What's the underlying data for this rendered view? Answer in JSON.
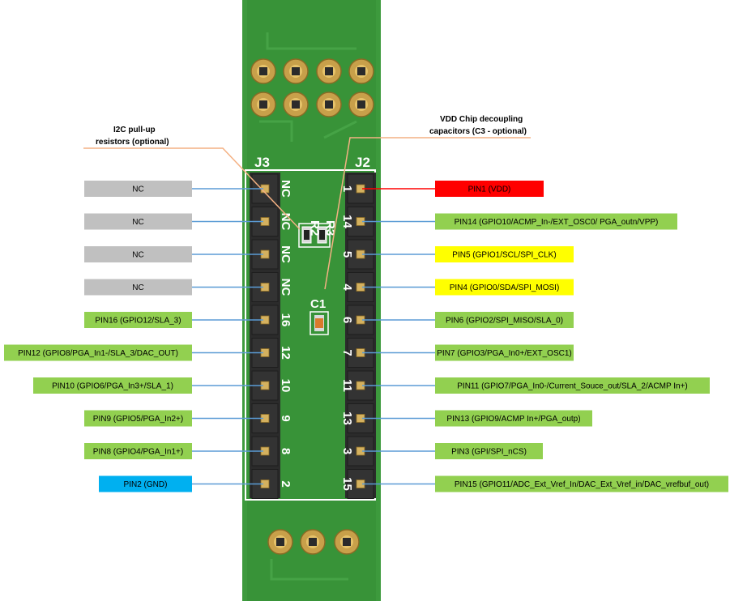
{
  "board": {
    "colors": {
      "pcb": "#3d9a3d",
      "pcb_dark": "#2f7f2f",
      "header": "#2b2b2b",
      "pad": "#c8a04a",
      "silk": "#ffffff",
      "leader": "#5b9bd5",
      "annotation_line": "#f4b183"
    },
    "headers": {
      "left_title": "J3",
      "right_title": "J2"
    },
    "components": {
      "r2": "R2",
      "r3": "R3",
      "c1": "C1"
    },
    "silk_left": [
      "NC",
      "NC",
      "NC",
      "NC",
      "16",
      "12",
      "10",
      "9",
      "8",
      "2"
    ],
    "silk_right": [
      "1",
      "14",
      "5",
      "4",
      "6",
      "7",
      "11",
      "13",
      "3",
      "15"
    ]
  },
  "annotations": {
    "i2c": "I2C pull-up resistors (optional)",
    "i2c_line1": "I2C pull-up",
    "i2c_line2": "resistors (optional)",
    "vdd": "VDD Chip decoupling capacitors (C3 - optional)",
    "vdd_line1": "VDD Chip decoupling",
    "vdd_line2": "capacitors (C3 - optional)"
  },
  "left_labels": [
    {
      "text": "NC",
      "color": "#c0c0c0"
    },
    {
      "text": "NC",
      "color": "#c0c0c0"
    },
    {
      "text": "NC",
      "color": "#c0c0c0"
    },
    {
      "text": "NC",
      "color": "#c0c0c0"
    },
    {
      "text": "PIN16 (GPIO12/SLA_3)",
      "color": "#92d050"
    },
    {
      "text": "PIN12 (GPIO8/PGA_In1-/SLA_3/DAC_OUT)",
      "color": "#92d050"
    },
    {
      "text": "PIN10 (GPIO6/PGA_In3+/SLA_1)",
      "color": "#92d050"
    },
    {
      "text": "PIN9 (GPIO5/PGA_In2+)",
      "color": "#92d050"
    },
    {
      "text": "PIN8 (GPIO4/PGA_In1+)",
      "color": "#92d050"
    },
    {
      "text": "PIN2 (GND)",
      "color": "#00b0f0"
    }
  ],
  "right_labels": [
    {
      "text": "PIN1 (VDD)",
      "color": "#ff0000"
    },
    {
      "text": "PIN14 (GPIO10/ACMP_In-/EXT_OSC0/ PGA_outn/VPP)",
      "color": "#92d050"
    },
    {
      "text": "PIN5 (GPIO1/SCL/SPI_CLK)",
      "color": "#ffff00"
    },
    {
      "text": "PIN4 (GPIO0/SDA/SPI_MOSI)",
      "color": "#ffff00"
    },
    {
      "text": "PIN6 (GPIO2/SPI_MISO/SLA_0)",
      "color": "#92d050"
    },
    {
      "text": "PIN7 (GPIO3/PGA_In0+/EXT_OSC1)",
      "color": "#92d050"
    },
    {
      "text": "PIN11 (GPIO7/PGA_In0-/Current_Souce_out/SLA_2/ACMP In+)",
      "color": "#92d050"
    },
    {
      "text": "PIN13 (GPIO9/ACMP In+/PGA_outp)",
      "color": "#92d050"
    },
    {
      "text": "PIN3 (GPI/SPI_nCS)",
      "color": "#92d050"
    },
    {
      "text": "PIN15 (GPIO11/ADC_Ext_Vref_In/DAC_Ext_Vref_in/DAC_vrefbuf_out)",
      "color": "#92d050"
    }
  ]
}
